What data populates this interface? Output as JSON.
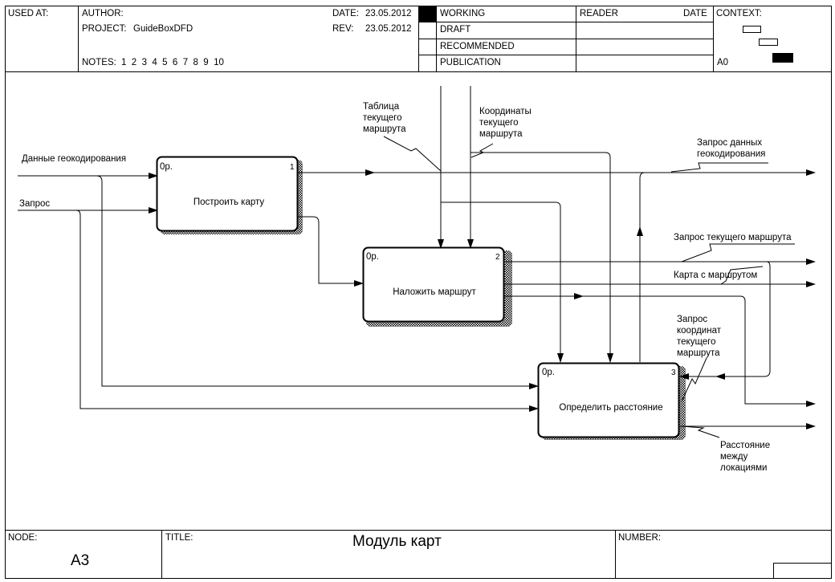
{
  "header": {
    "used_at_label": "USED AT:",
    "author_label": "AUTHOR:",
    "project_label": "PROJECT:",
    "project_value": "GuideBoxDFD",
    "notes_label": "NOTES:",
    "notes_values": "1  2  3  4  5  6  7  8  9  10",
    "date_label": "DATE:",
    "date_value": "23.05.2012",
    "rev_label": "REV:",
    "rev_value": "23.05.2012",
    "status_items": [
      "WORKING",
      "DRAFT",
      "RECOMMENDED",
      "PUBLICATION"
    ],
    "reader_label": "READER",
    "reader_date_label": "DATE",
    "context_label": "CONTEXT:",
    "context_node": "A0"
  },
  "diagram": {
    "boxes": [
      {
        "label": "Построить карту",
        "cost": "0р.",
        "number": "1"
      },
      {
        "label": "Наложить маршрут",
        "cost": "0р.",
        "number": "2"
      },
      {
        "label": "Определить расстояние",
        "cost": "0р.",
        "number": "3"
      }
    ],
    "arrow_labels": {
      "geocoding_data": "Данные геокодирования",
      "request": "Запрос",
      "route_table": [
        "Таблица",
        "текущего",
        "маршрута"
      ],
      "route_coords": [
        "Координаты",
        "текущего",
        "маршрута"
      ],
      "geocoding_request": [
        "Запрос данных",
        "геокодирования"
      ],
      "current_route_request": "Запрос текущего маршрута",
      "map_with_route": "Карта с маршрутом",
      "coords_request": [
        "Запрос",
        "координат",
        "текущего",
        "маршрута"
      ],
      "distance": [
        "Расстояние",
        "между",
        "локациями"
      ]
    }
  },
  "footer": {
    "node_label": "NODE:",
    "node_value": "A3",
    "title_label": "TITLE:",
    "title_value": "Модуль карт",
    "number_label": "NUMBER:"
  }
}
